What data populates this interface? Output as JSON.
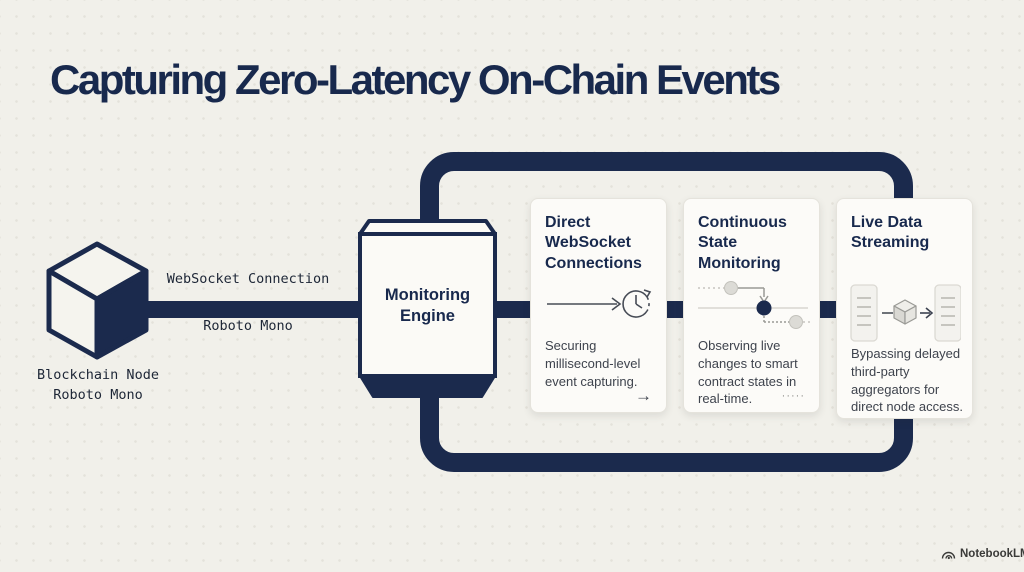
{
  "title": "Capturing Zero-Latency On-Chain Events",
  "colors": {
    "navy": "#1b2a4d",
    "background": "#f1f0ea",
    "card_background": "#fcfbf8",
    "body_text": "#3e434d",
    "muted_gray": "#c9c8c2"
  },
  "node": {
    "label_line1": "Blockchain Node",
    "label_line2": "Roboto Mono",
    "icon": "blockchain-cube-icon"
  },
  "connection": {
    "label_top": "WebSocket Connection",
    "label_bottom": "Roboto Mono"
  },
  "engine": {
    "label": "Monitoring Engine"
  },
  "cards": [
    {
      "title": "Direct WebSocket Connections",
      "body": "Securing millisecond-level event capturing.",
      "footer": "→",
      "icons": [
        "long-arrow-right-icon",
        "clock-history-icon"
      ]
    },
    {
      "title": "Continuous State Monitoring",
      "body": "Observing live changes to smart contract states in real-time.",
      "footer": "·····",
      "icons": [
        "state-transition-timeline-icon"
      ]
    },
    {
      "title": "Live Data Streaming",
      "body": "Bypassing delayed third-party aggregators for direct node access.",
      "footer": "",
      "icons": [
        "document-icon",
        "cube-icon",
        "arrow-right-icon",
        "document-icon"
      ]
    }
  ],
  "footer": {
    "brand": "NotebookLM",
    "icon": "notebooklm-logo-icon"
  }
}
